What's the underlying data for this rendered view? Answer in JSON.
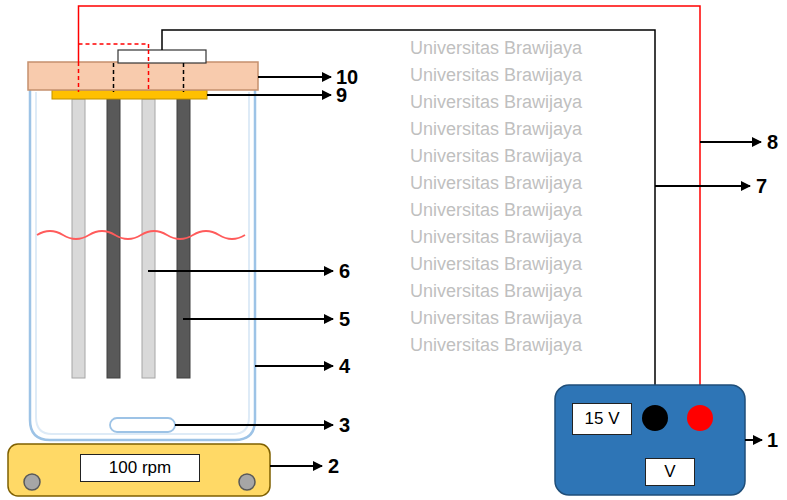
{
  "diagram": {
    "nodes": [
      {
        "text": [
          "15 V"
        ]
      },
      {
        "text": [
          "100 rpm"
        ]
      },
      {
        "text": [
          "V"
        ]
      }
    ],
    "labels": [
      "10",
      "9",
      "8",
      "7",
      "6",
      "5",
      "4",
      "3",
      "2",
      "1",
      "Universitas Brawijaya",
      "Universitas Brawijaya",
      "Universitas Brawijaya",
      "Universitas Brawijaya",
      "Universitas Brawijaya",
      "Universitas Brawijaya",
      "Universitas Brawijaya",
      "Universitas Brawijaya",
      "Universitas Brawijaya",
      "Universitas Brawijaya",
      "Universitas Brawijaya",
      "Universitas Brawijaya"
    ]
  }
}
